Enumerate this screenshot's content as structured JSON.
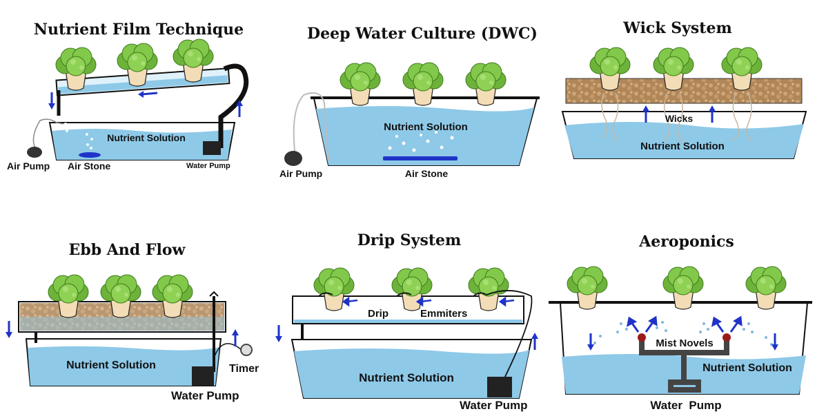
{
  "panels": {
    "nft": {
      "title": "Nutrient Film Technique",
      "solution": "Nutrient Solution",
      "air_pump": "Air Pump",
      "air_stone": "Air Stone",
      "water_pump": "Water Pump"
    },
    "dwc": {
      "title": "Deep Water Culture (DWC)",
      "solution": "Nutrient Solution",
      "air_pump": "Air Pump",
      "air_stone": "Air Stone"
    },
    "wick": {
      "title": "Wick System",
      "wicks": "Wicks",
      "solution": "Nutrient Solution"
    },
    "ebb": {
      "title": "Ebb And Flow",
      "solution": "Nutrient Solution",
      "timer": "Timer",
      "water_pump": "Water Pump"
    },
    "drip": {
      "title": "Drip System",
      "drip": "Drip",
      "emmiters": "Emmiters",
      "solution": "Nutrient Solution",
      "water_pump": "Water Pump"
    },
    "aero": {
      "title": "Aeroponics",
      "mist": "Mist Novels",
      "solution": "Nutrient Solution",
      "water_pump": "Water  Pump"
    }
  },
  "colors": {
    "water": "#8ec9e8",
    "water_light": "#cfe8f5",
    "leaf": "#7cc143",
    "leaf_dark": "#4f8f22",
    "pot": "#f2dcb4",
    "media": "#b48a5a",
    "arrow": "#1f33c9"
  }
}
